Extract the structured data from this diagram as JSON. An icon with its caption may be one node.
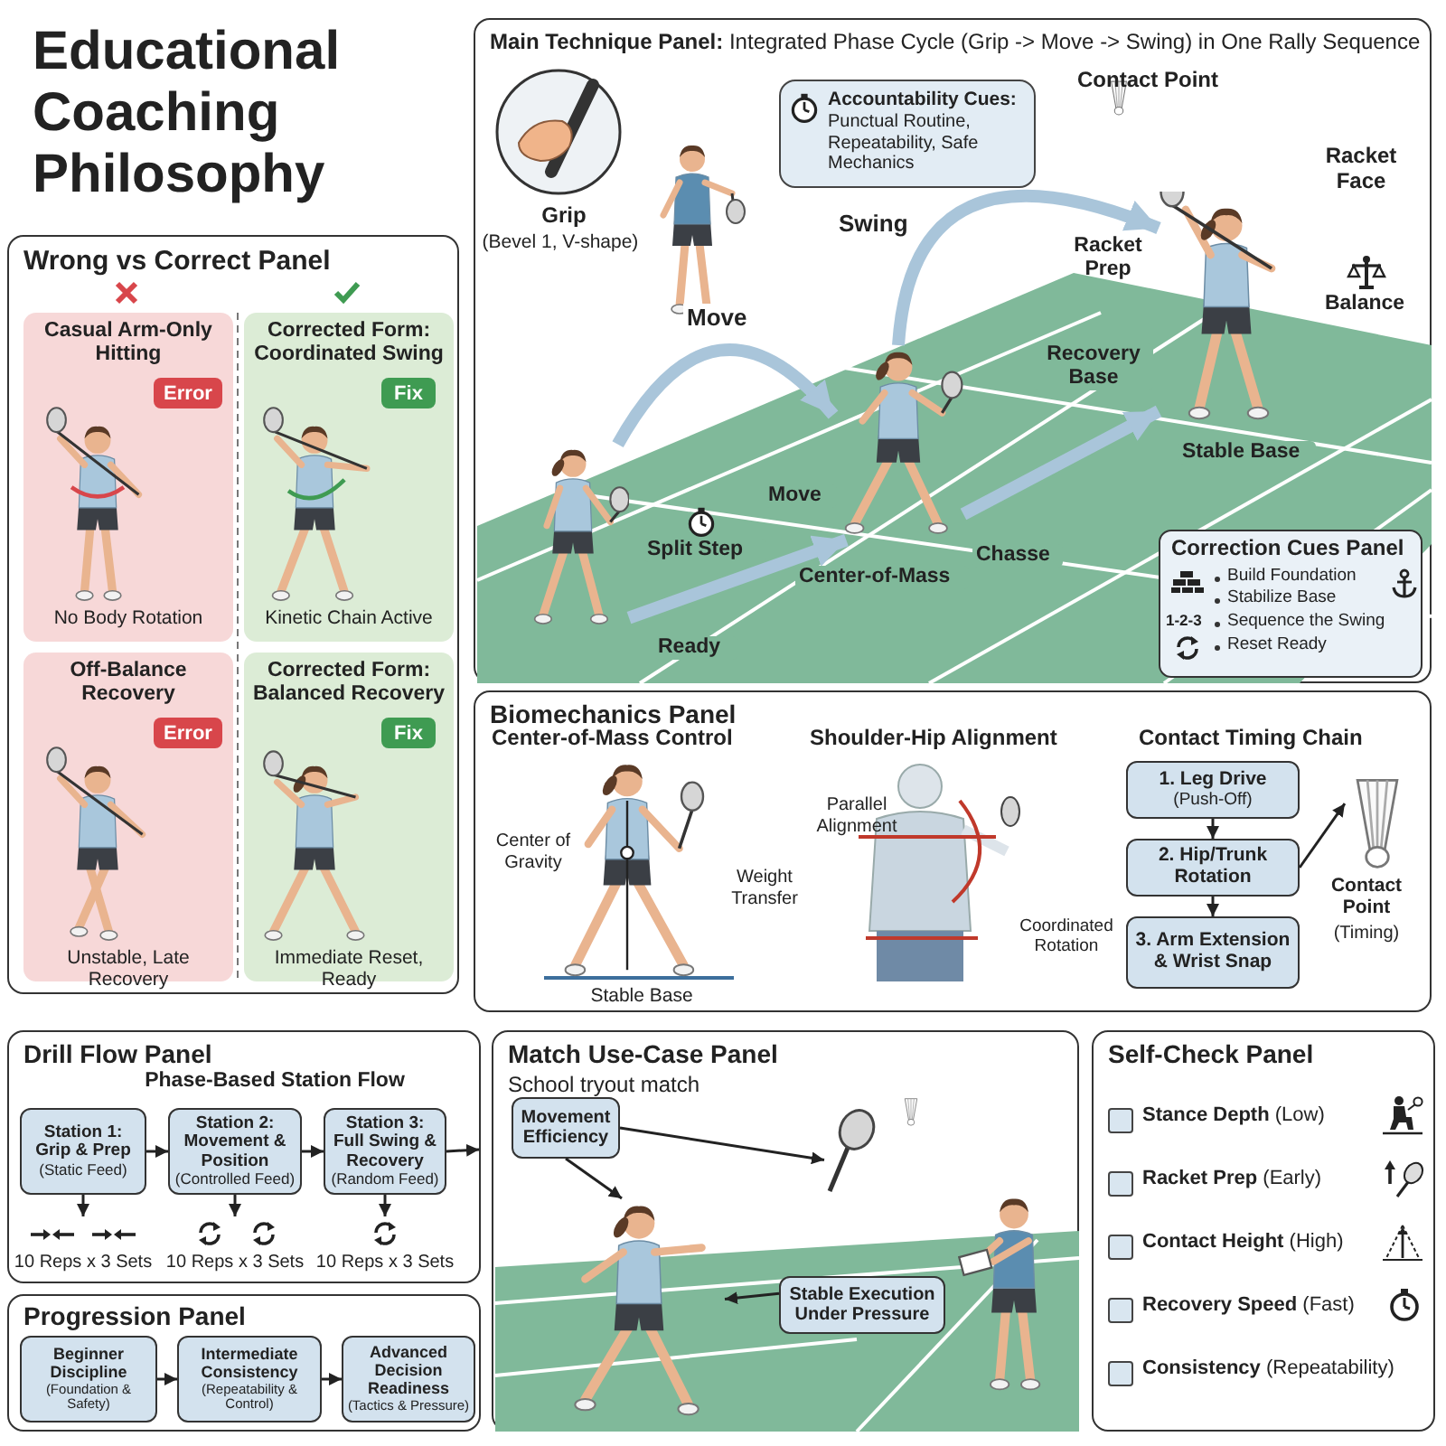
{
  "diagram": {
    "title": "Educational Coaching Philosophy",
    "nodes": [
      {
        "text": [
          "Wrong vs Correct Panel"
        ]
      },
      {
        "text": [
          "Casual Arm-Only Hitting",
          "No Body Rotation"
        ],
        "in": 0
      },
      {
        "text": [
          "Error"
        ],
        "in": 1
      },
      {
        "text": [
          "Corrected Form: Coordinated Swing",
          "Kinetic Chain Active"
        ],
        "in": 0
      },
      {
        "text": [
          "Fix"
        ],
        "in": 3
      },
      {
        "text": [
          "Off-Balance Recovery",
          "Unstable, Late Recovery"
        ],
        "in": 0
      },
      {
        "text": [
          "Error"
        ],
        "in": 5
      },
      {
        "text": [
          "Corrected Form: Balanced Recovery",
          "Immediate Reset, Ready"
        ],
        "in": 0
      },
      {
        "text": [
          "Fix"
        ],
        "in": 7
      },
      {
        "text": [
          "**Main Technique Panel:** Integrated Phase Cycle (Grip -> Move -> Swing) in One Rally Sequence"
        ]
      },
      {
        "text": [
          "Accountability Cues:",
          "Punctual Routine, Repeatability, Safe Mechanics"
        ],
        "in": 9
      },
      {
        "text": [
          "Correction Cues Panel",
          "Build Foundation",
          "Stabilize Base",
          "1-2-3",
          "Sequence the Swing",
          "Reset Ready"
        ],
        "in": 9
      },
      {
        "text": [],
        "shape": "picture",
        "in": 9
      },
      {
        "text": [],
        "shape": "picture",
        "in": 9
      },
      {
        "text": [],
        "shape": "picture",
        "in": 9
      },
      {
        "text": [
          "Biomechanics Panel"
        ]
      },
      {
        "text": [
          "1. Leg Drive",
          "(Push-Off)"
        ],
        "in": 15
      },
      {
        "text": [
          "2. Hip/Trunk Rotation"
        ],
        "in": 15
      },
      {
        "text": [
          "3. Arm Extension & Wrist Snap"
        ],
        "in": 15
      },
      {
        "text": [],
        "shape": "picture",
        "in": 15,
        "beside": [
          "Contact Point",
          "(Timing)"
        ]
      },
      {
        "text": [
          "Drill Flow Panel"
        ]
      },
      {
        "text": [
          "Station 1: Grip & Prep",
          "(Static Feed)"
        ],
        "in": 20
      },
      {
        "text": [
          "Station 2: Movement & Position",
          "(Controlled Feed)"
        ],
        "in": 20
      },
      {
        "text": [
          "Station 3: Full Swing & Recovery",
          "(Random Feed)"
        ],
        "in": 20
      },
      {
        "text": [
          "10 Reps x 3 Sets"
        ],
        "in": 20
      },
      {
        "text": [
          "10 Reps x 3 Sets"
        ],
        "in": 20
      },
      {
        "text": [
          "10 Reps x 3 Sets"
        ],
        "in": 20
      },
      {
        "text": [
          "Progression Panel"
        ]
      },
      {
        "text": [
          "Beginner Discipline",
          "(Foundation & Safety)"
        ],
        "in": 27
      },
      {
        "text": [
          "Intermediate Consistency",
          "(Repeatability & Control)"
        ],
        "in": 27
      },
      {
        "text": [
          "Advanced Decision Readiness",
          "(Tactics & Pressure)"
        ],
        "in": 27
      },
      {
        "text": [
          "Match Use-Case Panel",
          "School tryout match"
        ]
      },
      {
        "text": [
          "Movement Efficiency"
        ],
        "in": 31
      },
      {
        "text": [
          "Stable Execution Under Pressure"
        ],
        "in": 31
      },
      {
        "text": [],
        "shape": "picture",
        "in": 31
      },
      {
        "text": [],
        "shape": "picture",
        "in": 31
      },
      {
        "text": [
          "Self-Check Panel"
        ]
      }
    ],
    "edges": [
      {
        "from": 12,
        "to": 13,
        "arrow": "to",
        "label": "Move",
        "style": "thick",
        "color": "#a9c5da"
      },
      {
        "from": 13,
        "to": 14,
        "arrow": "to",
        "label": "Swing",
        "style": "thick",
        "color": "#a9c5da"
      },
      {
        "from": 12,
        "to": 13,
        "arrow": "to",
        "style": "thick",
        "color": "#a9c5da"
      },
      {
        "from": 13,
        "to": 14,
        "arrow": "to",
        "style": "thick",
        "color": "#a9c5da"
      },
      {
        "from": 16,
        "to": 17,
        "arrow": "to"
      },
      {
        "from": 17,
        "to": 18,
        "arrow": "to"
      },
      {
        "from": 17,
        "to": 19,
        "arrow": "to"
      },
      {
        "from": 21,
        "to": 22,
        "arrow": "to"
      },
      {
        "from": 22,
        "to": 23,
        "arrow": "to"
      },
      {
        "from": 23,
        "to": null,
        "arrow": "to"
      },
      {
        "from": 21,
        "to": 24,
        "arrow": "to"
      },
      {
        "from": 22,
        "to": 25,
        "arrow": "to"
      },
      {
        "from": 23,
        "to": 26,
        "arrow": "to"
      },
      {
        "from": 28,
        "to": 29,
        "arrow": "to"
      },
      {
        "from": 29,
        "to": 30,
        "arrow": "to"
      },
      {
        "from": 32,
        "to": 35,
        "arrow": "to"
      },
      {
        "from": 32,
        "to": 34,
        "arrow": "to"
      },
      {
        "from": 33,
        "to": 34,
        "arrow": "to"
      }
    ],
    "labels": [
      "Contact Point",
      "Racket Face",
      "Grip",
      "(Bevel 1, V-shape)",
      "Racket Prep",
      "Balance",
      "Recovery Base",
      "Stable Base",
      "Move",
      "Chasse",
      "Split Step",
      "Center-of-Mass",
      "Ready",
      "Center-of-Mass Control",
      "Shoulder-Hip Alignment",
      "Contact Timing Chain",
      "Parallel Alignment",
      "Center of Gravity",
      "Weight Transfer",
      "Coordinated Rotation",
      "Stable Base",
      "Phase-Based Station Flow",
      "**Stance Depth** (Low)",
      "**Racket Prep** (Early)",
      "**Contact Height** (High)",
      "**Recovery Speed** (Fast)",
      "**Consistency** (Repeatability)"
    ]
  }
}
